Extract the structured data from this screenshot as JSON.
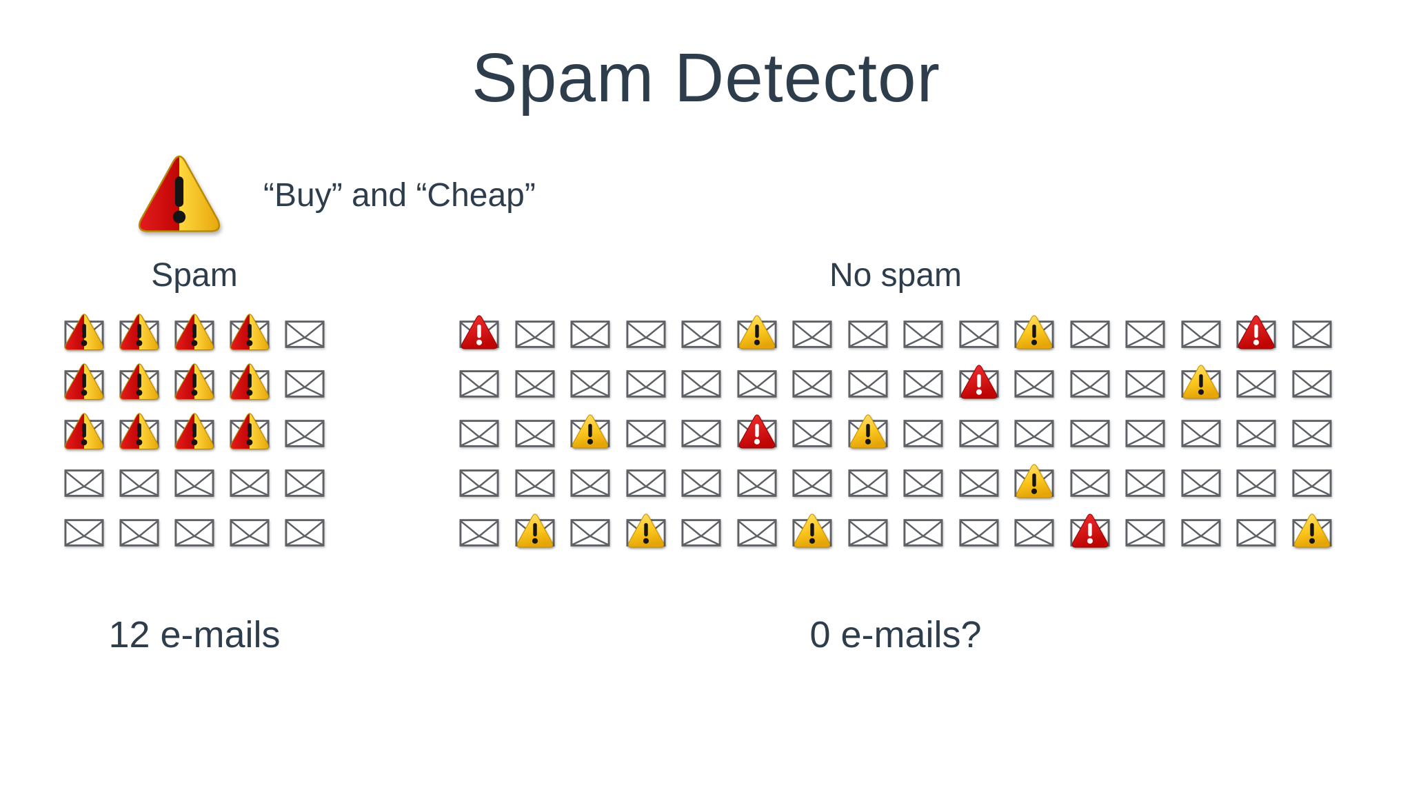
{
  "title": "Spam Detector",
  "keyword_rule": {
    "icon": "warning-icon-red-yellow",
    "label": "“Buy” and “Cheap”"
  },
  "sections": [
    {
      "heading": "Spam",
      "count_label": "12 e-mails",
      "columns": 5,
      "rows": [
        [
          "B",
          "B",
          "B",
          "B",
          "."
        ],
        [
          "B",
          "B",
          "B",
          "B",
          "."
        ],
        [
          "B",
          "B",
          "B",
          "B",
          "."
        ],
        [
          ".",
          ".",
          ".",
          ".",
          "."
        ],
        [
          ".",
          ".",
          ".",
          ".",
          "."
        ]
      ]
    },
    {
      "heading": "No spam",
      "count_label": "0 e-mails?",
      "columns": 16,
      "rows": [
        [
          "R",
          ".",
          ".",
          ".",
          ".",
          "Y",
          ".",
          ".",
          ".",
          ".",
          "Y",
          ".",
          ".",
          ".",
          "R",
          "."
        ],
        [
          ".",
          ".",
          ".",
          ".",
          ".",
          ".",
          ".",
          ".",
          ".",
          "R",
          ".",
          ".",
          ".",
          "Y",
          ".",
          "."
        ],
        [
          ".",
          ".",
          "Y",
          ".",
          ".",
          "R",
          ".",
          "Y",
          ".",
          ".",
          ".",
          ".",
          ".",
          ".",
          ".",
          "."
        ],
        [
          ".",
          ".",
          ".",
          ".",
          ".",
          ".",
          ".",
          ".",
          ".",
          ".",
          "Y",
          ".",
          ".",
          ".",
          ".",
          "."
        ],
        [
          ".",
          "Y",
          ".",
          "Y",
          ".",
          ".",
          "Y",
          ".",
          ".",
          ".",
          ".",
          "R",
          ".",
          ".",
          ".",
          "Y"
        ]
      ]
    }
  ],
  "cell_legend": {
    ".": "envelope",
    "R": "envelope-with-red-warning",
    "Y": "envelope-with-yellow-warning",
    "B": "envelope-with-red-and-yellow-warning"
  },
  "colors": {
    "text": "#2e3d4b",
    "red": "#cf0707",
    "yellow": "#f7bb0e",
    "envelope_stroke": "#5d6166",
    "background": "#ffffff"
  }
}
